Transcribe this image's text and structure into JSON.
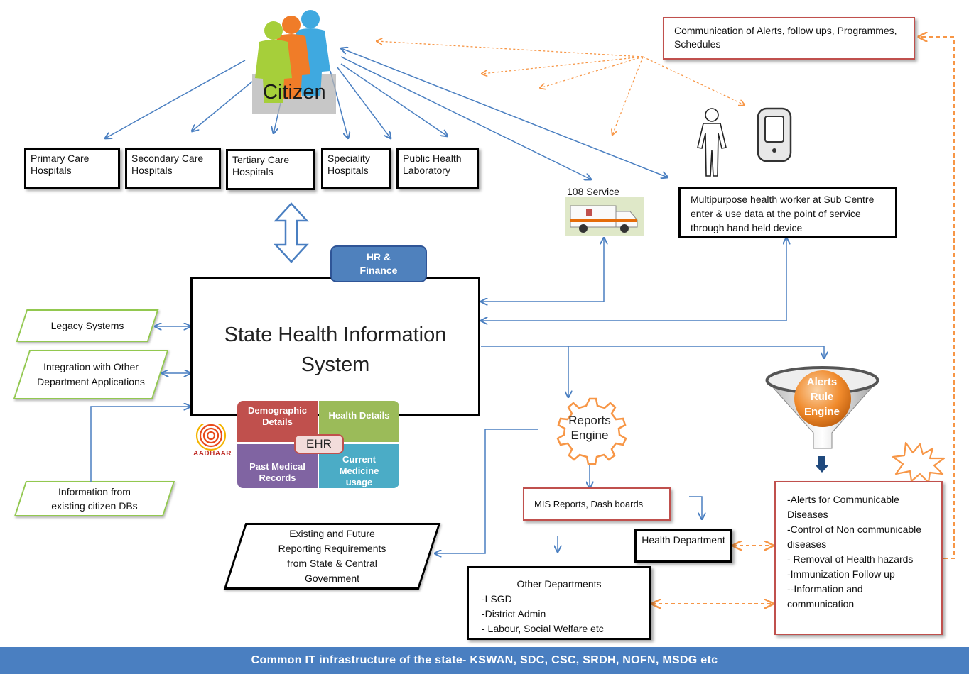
{
  "citizen": {
    "label": "Citizen"
  },
  "hospitals": [
    {
      "label": "Primary Care Hospitals"
    },
    {
      "label": "Secondary Care Hospitals"
    },
    {
      "label": "Tertiary Care Hospitals"
    },
    {
      "label": "Speciality Hospitals"
    },
    {
      "label": "Public Health Laboratory"
    }
  ],
  "alerts_comm": {
    "label": "Communication of Alerts, follow ups, Programmes, Schedules"
  },
  "service_108": {
    "label": "108 Service"
  },
  "health_worker": {
    "label": "Multipurpose health worker at Sub Centre enter & use data at the point of service through hand held device"
  },
  "hr_finance": {
    "label": "HR & Finance"
  },
  "shis": {
    "label": "State Health Information System"
  },
  "inputs": {
    "legacy": "Legacy Systems",
    "integration": "Integration with Other Department Applications",
    "citizen_dbs": "Information from existing  citizen DBs"
  },
  "ehr": {
    "center": "EHR",
    "demographic": "Demographic Details",
    "health": "Health Details",
    "past": "Past Medical Records",
    "medicine": "Current Medicine usage",
    "aadhaar": "AADHAAR"
  },
  "reporting": {
    "label": "Existing and Future Reporting Requirements from State & Central Government"
  },
  "reports_engine": {
    "label": "Reports Engine"
  },
  "alerts_engine": {
    "label": "Alerts Rule Engine"
  },
  "mis": {
    "label": "MIS Reports, Dash boards"
  },
  "health_dept": {
    "label": "Health Department"
  },
  "other_depts": {
    "title": "Other Departments",
    "items": [
      "-LSGD",
      "-District Admin",
      "- Labour, Social Welfare etc"
    ]
  },
  "alerts_list": {
    "items": [
      "-Alerts for Communicable Diseases",
      "-Control of Non communicable  diseases",
      "- Removal of Health hazards",
      "-Immunization Follow up",
      "--Information and communication"
    ]
  },
  "footer": {
    "label": "Common IT infrastructure of the state- KSWAN, SDC, CSC, SRDH, NOFN, MSDG etc"
  },
  "colors": {
    "blue_line": "#4a7fc1",
    "orange_dash": "#f79646",
    "green": "#92c84f",
    "red": "#c0504d"
  }
}
